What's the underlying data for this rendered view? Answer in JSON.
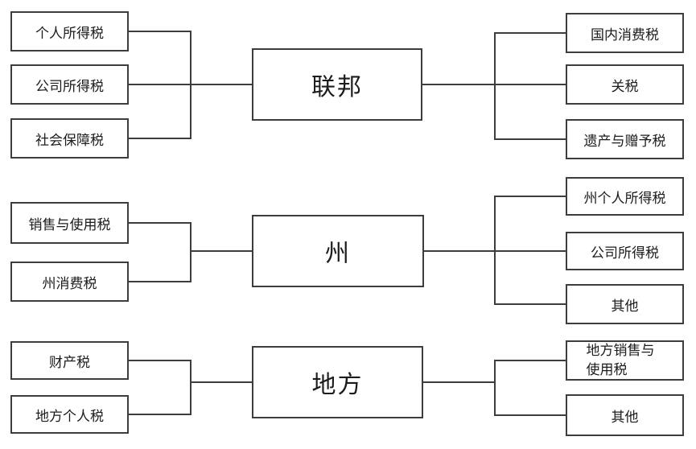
{
  "diagram": {
    "type": "hierarchy",
    "description_names": [
      "federal-taxes",
      "state-taxes",
      "local-taxes"
    ],
    "sections": [
      {
        "center": "联邦",
        "left": [
          "个人所得税",
          "公司所得税",
          "社会保障税"
        ],
        "right": [
          "国内消费税",
          "关税",
          "遗产与赠予税"
        ]
      },
      {
        "center": "州",
        "left": [
          "销售与使用税",
          "州消费税"
        ],
        "right": [
          "州个人所得税",
          "公司所得税",
          "其他"
        ]
      },
      {
        "center": "地方",
        "left": [
          "财产税",
          "地方个人税"
        ],
        "right": [
          "地方销售与使用税",
          "其他"
        ]
      }
    ],
    "colors": {
      "border": "#3d3d3d",
      "line": "#3d3d3d",
      "background": "#ffffff",
      "text": "#1c1c1c"
    }
  }
}
